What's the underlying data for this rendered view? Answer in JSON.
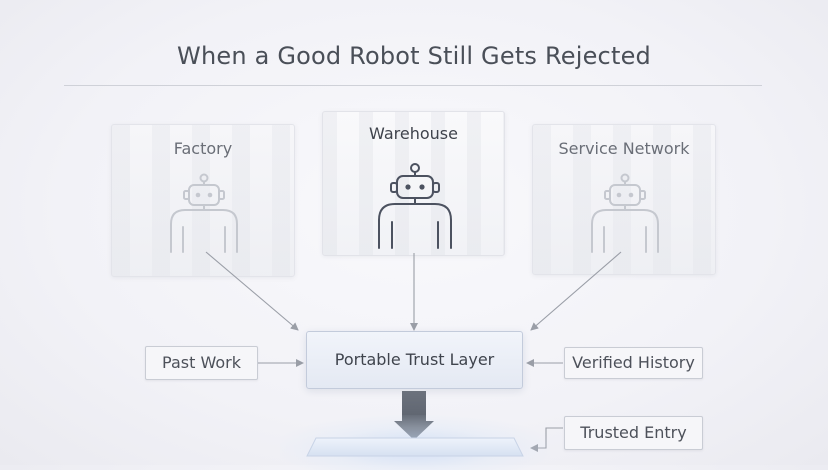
{
  "title": "When a Good Robot Still Gets Rejected",
  "sources": [
    {
      "label": "Factory",
      "state": "faded",
      "icon": "robot-icon"
    },
    {
      "label": "Warehouse",
      "state": "active",
      "icon": "robot-icon"
    },
    {
      "label": "Service Network",
      "state": "faded",
      "icon": "robot-icon"
    }
  ],
  "center": {
    "label": "Portable Trust Layer"
  },
  "inputs": {
    "left": "Past Work",
    "right": "Verified History"
  },
  "output": {
    "label": "Trusted Entry"
  },
  "colors": {
    "arrow": "#9a9ea7",
    "down_arrow": "#5e6470",
    "trust_layer_fill": "#e8ecf5",
    "platform_glow": "#cddcf3"
  }
}
